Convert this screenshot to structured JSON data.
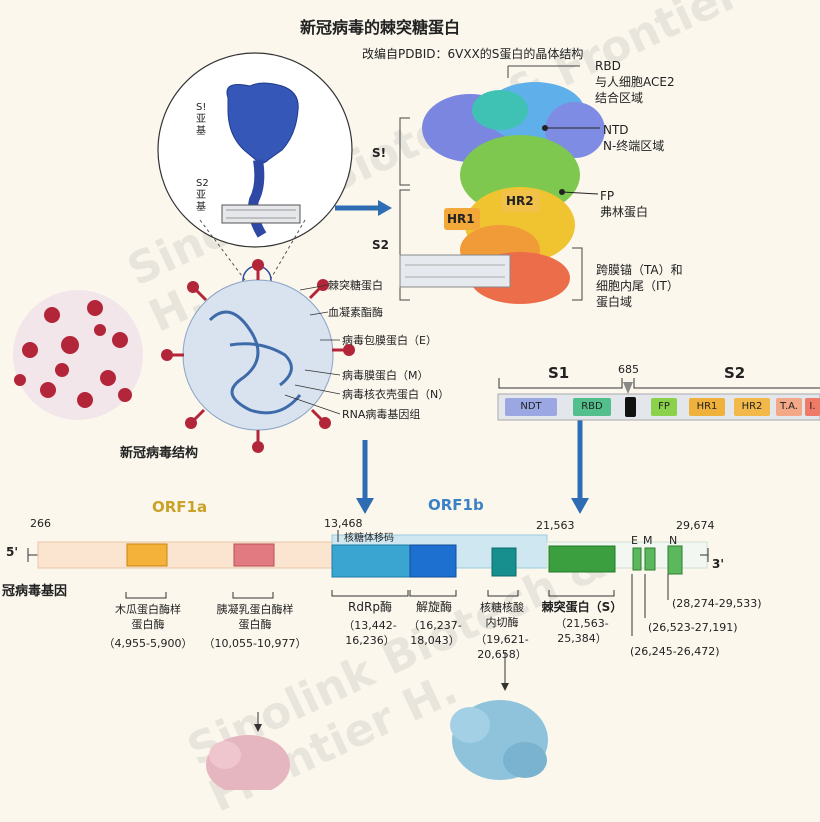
{
  "title": "新冠病毒的棘突糖蛋白",
  "subtitle": "改编自PDBID：6VXX的S蛋白的晶体结构",
  "structure_section": {
    "zoom_labels": {
      "s1": "S! 亚基",
      "s2": "S2 亚基"
    },
    "s1_label": "S!",
    "s2_label": "S2",
    "hr1": "HR1",
    "hr2": "HR2",
    "rbd": "RBD\n与人细胞ACE2\n结合区域",
    "ntd": "NTD\nN-终端区域",
    "fp": "FP\n弗林蛋白",
    "ta": "跨膜锚（TA）和\n细胞内尾（IT）\n蛋白域"
  },
  "virus_section": {
    "caption": "新冠病毒结构",
    "labels": [
      "棘突糖蛋白",
      "血凝素酯酶",
      "病毒包膜蛋白（E）",
      "病毒膜蛋白（M）",
      "病毒核衣壳蛋白（N）",
      "RNA病毒基因组"
    ]
  },
  "spike_bar": {
    "s1": "S1",
    "s2": "S2",
    "cleavage": "685",
    "domains": [
      "NDT",
      "RBD",
      "FP",
      "HR1",
      "HR2",
      "T.A.",
      "I."
    ]
  },
  "genome": {
    "orf1a": "ORF1a",
    "orf1b": "ORF1b",
    "label": "冠病毒基因",
    "five_prime": "5'",
    "three_prime": "3'",
    "pos_266": "266",
    "pos_13468": "13,468",
    "frameshift": "核糖体移码",
    "pos_21563": "21,563",
    "pos_29674": "29,674",
    "e_label": "E",
    "m_label": "M",
    "n_label": "N",
    "features": [
      {
        "name": "木瓜蛋白酶样\n蛋白酶",
        "range": "（4,955-5,900）"
      },
      {
        "name": "胰凝乳蛋白酶样\n蛋白酶",
        "range": "（10,055-10,977）"
      },
      {
        "name": "RdRp酶",
        "range": "（13,442-\n16,236）"
      },
      {
        "name": "解旋酶",
        "range": "（16,237-\n18,043）"
      },
      {
        "name": "核糖核酸\n内切酶",
        "range": "（19,621-\n20,658）"
      },
      {
        "name": "棘突蛋白（S）",
        "range": "（21,563-\n25,384）"
      }
    ],
    "small_ranges": [
      "(28,274-29,533)",
      "(26,523-27,191)",
      "(26,245-26,472)"
    ]
  },
  "watermark": "Sinolink Biotech & Frontier H.",
  "colors": {
    "orf1a": "#c9a227",
    "orf1b": "#3b82c4",
    "accent_arrow": "#2e6db3"
  }
}
